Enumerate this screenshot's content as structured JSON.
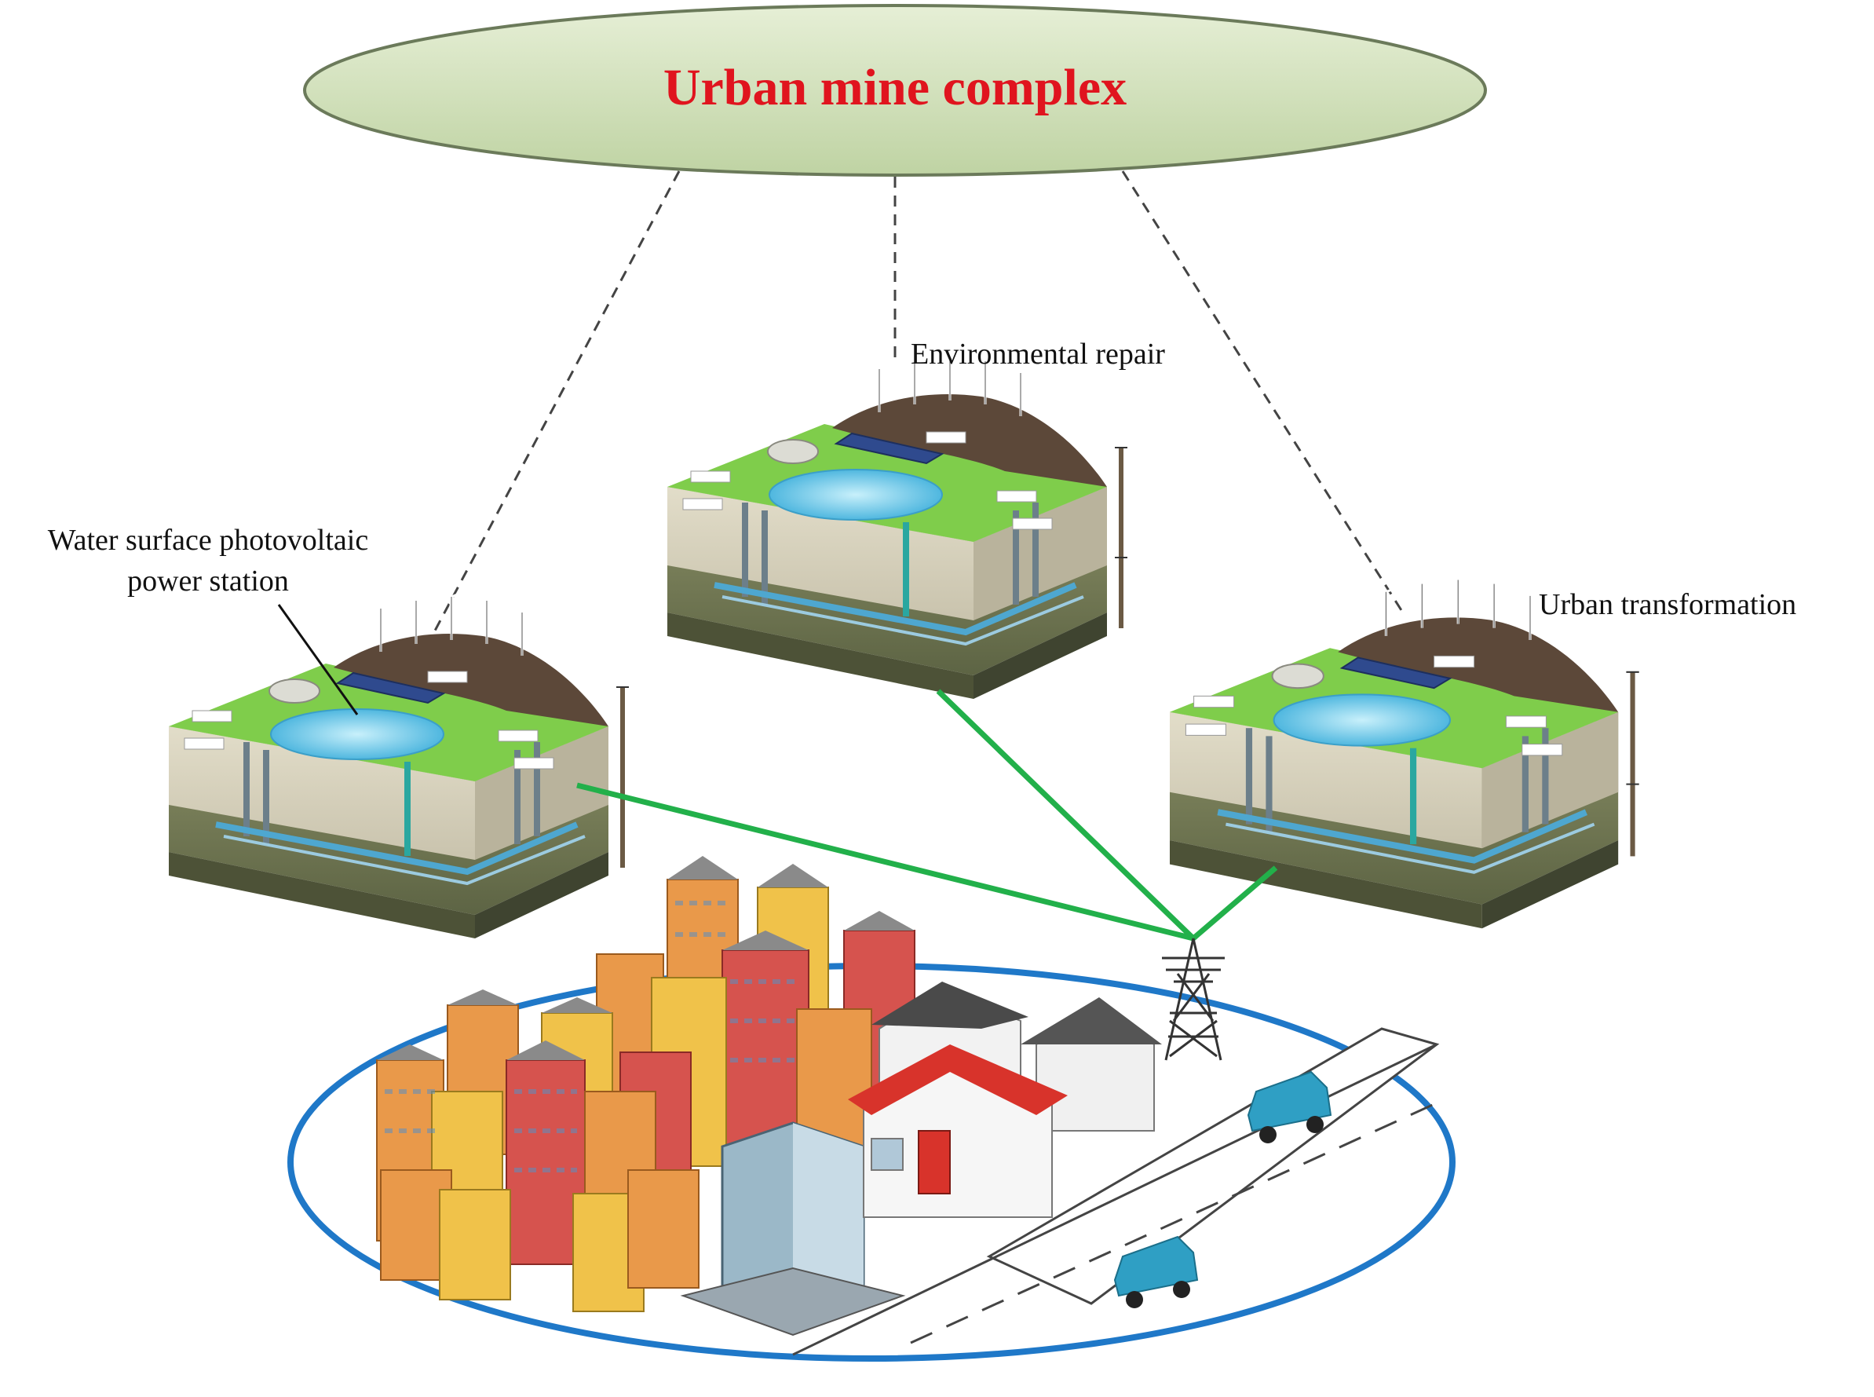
{
  "diagram": {
    "title": "Urban mine complex",
    "labels": {
      "environmental_repair": "Environmental repair",
      "water_surface_line1": "Water surface photovoltaic",
      "water_surface_line2": "power station",
      "urban_transformation": "Urban transformation"
    },
    "colors": {
      "title_text": "#e0141e",
      "ellipse_fill": "#d7e6bf",
      "ellipse_stroke": "#6b7a5a",
      "connector_dashed": "#444444",
      "power_line": "#22b04a",
      "city_ring": "#1f78c8",
      "grass": "#7cc84a",
      "soil": "#d8d4c4",
      "water": "#7fd0ee",
      "mountain": "#5a4638",
      "building_orange": "#e9994a",
      "building_red": "#d6534e",
      "roof_red": "#d8332b",
      "car": "#2f9fc4"
    }
  }
}
